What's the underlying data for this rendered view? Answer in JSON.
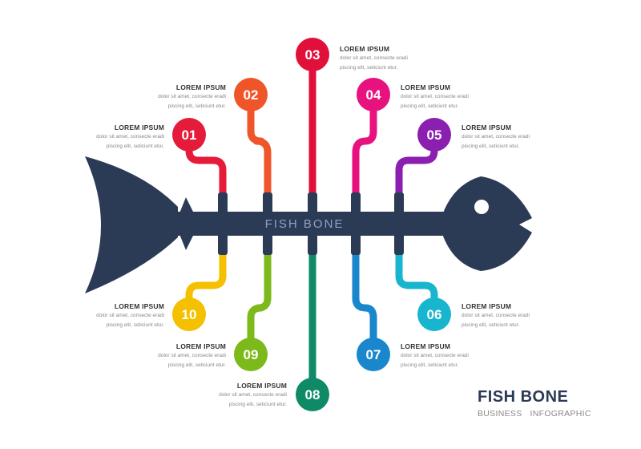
{
  "center_label": "FISH BONE",
  "brand": {
    "title": "FISH BONE",
    "sub_a": "BUSINESS",
    "sub_b": "INFOGRAPHIC"
  },
  "colors": {
    "fish": "#2b3a55",
    "item01": "#e51b3a",
    "item02": "#f0552a",
    "item03": "#e0103a",
    "item04": "#e8127e",
    "item05": "#8a1fb0",
    "item06": "#18b5cf",
    "item07": "#1a86cc",
    "item08": "#0e8a66",
    "item09": "#7cb91a",
    "item10": "#f4c000"
  },
  "items": [
    {
      "num": "01",
      "title": "LOREM IPSUM",
      "desc1": "dolor sit amet, consecte eradi",
      "desc2": "piscing elit, seticiunt etur."
    },
    {
      "num": "02",
      "title": "LOREM IPSUM",
      "desc1": "dolor sit amet, consecte eradi",
      "desc2": "piscing elit, seticiunt etur."
    },
    {
      "num": "03",
      "title": "LOREM IPSUM",
      "desc1": "dolor sit amet, consecte eradi",
      "desc2": "piscing elit, seticiunt etur."
    },
    {
      "num": "04",
      "title": "LOREM IPSUM",
      "desc1": "dolor sit amet, consecte eradi",
      "desc2": "piscing elit, seticiunt etur."
    },
    {
      "num": "05",
      "title": "LOREM IPSUM",
      "desc1": "dolor sit amet, consecte eradi",
      "desc2": "piscing elit, seticiunt etur."
    },
    {
      "num": "06",
      "title": "LOREM IPSUM",
      "desc1": "dolor sit amet, consecte eradi",
      "desc2": "piscing elit, seticiunt etur."
    },
    {
      "num": "07",
      "title": "LOREM IPSUM",
      "desc1": "dolor sit amet, consecte eradi",
      "desc2": "piscing elit, seticiunt etur."
    },
    {
      "num": "08",
      "title": "LOREM IPSUM",
      "desc1": "dolor sit amet, consecte eradi",
      "desc2": "piscing elit, seticiunt etur."
    },
    {
      "num": "09",
      "title": "LOREM IPSUM",
      "desc1": "dolor sit amet, consecte eradi",
      "desc2": "piscing elit, seticiunt etur."
    },
    {
      "num": "10",
      "title": "LOREM IPSUM",
      "desc1": "dolor sit amet, consecte eradi",
      "desc2": "piscing elit, seticiunt etur."
    }
  ]
}
